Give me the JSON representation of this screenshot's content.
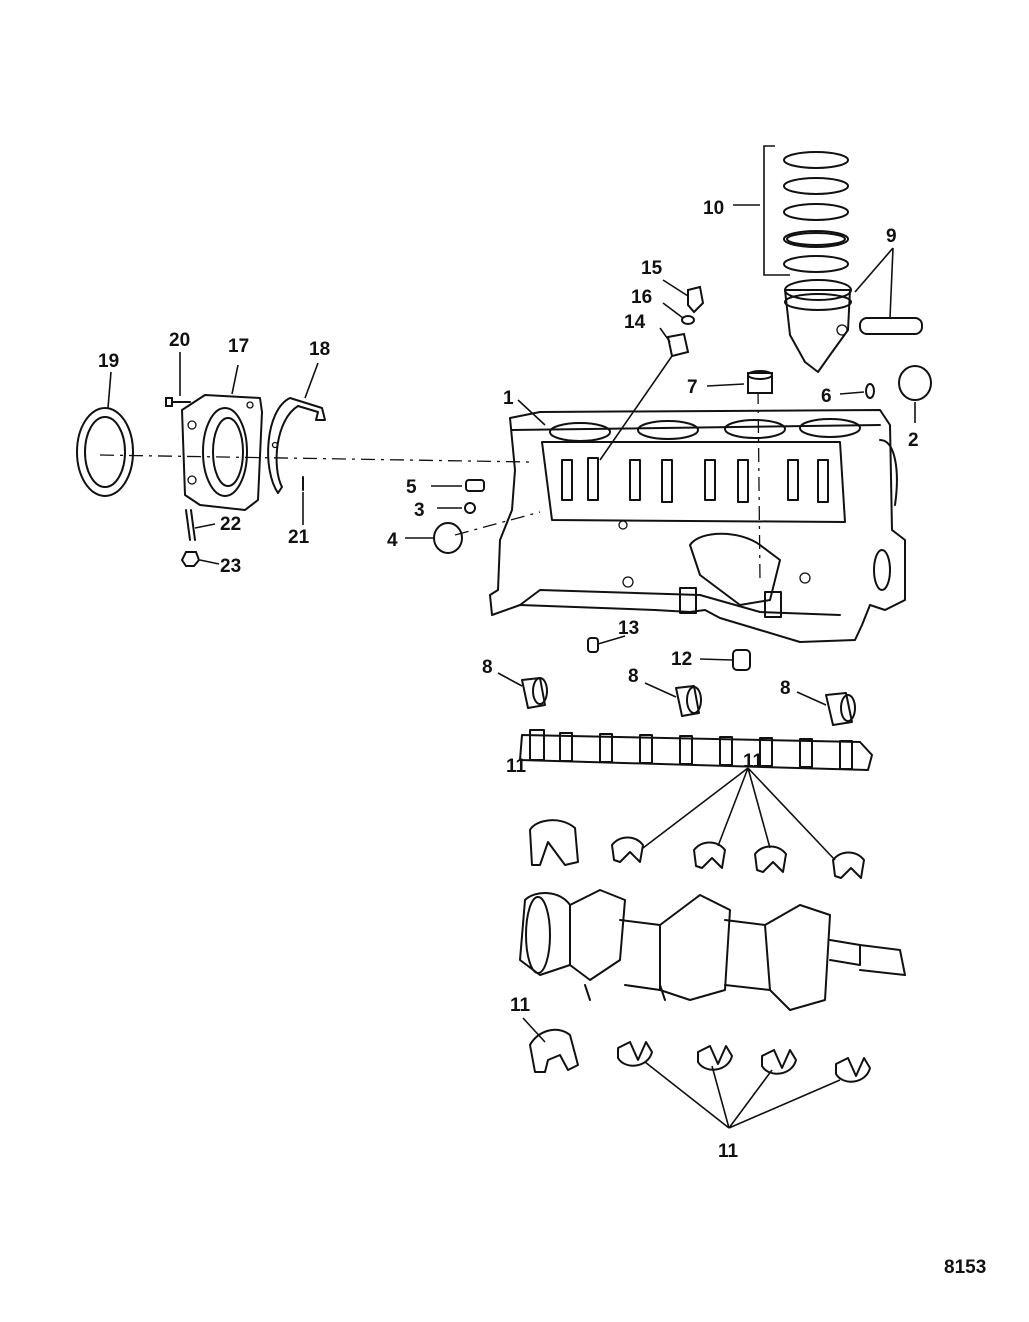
{
  "figure_number": "8153",
  "callouts": [
    {
      "id": "c1",
      "text": "1"
    },
    {
      "id": "c2",
      "text": "2"
    },
    {
      "id": "c3",
      "text": "3"
    },
    {
      "id": "c4",
      "text": "4"
    },
    {
      "id": "c5",
      "text": "5"
    },
    {
      "id": "c6",
      "text": "6"
    },
    {
      "id": "c7",
      "text": "7"
    },
    {
      "id": "c8a",
      "text": "8"
    },
    {
      "id": "c8b",
      "text": "8"
    },
    {
      "id": "c8c",
      "text": "8"
    },
    {
      "id": "c9",
      "text": "9"
    },
    {
      "id": "c10",
      "text": "10"
    },
    {
      "id": "c11a",
      "text": "11"
    },
    {
      "id": "c11b",
      "text": "11"
    },
    {
      "id": "c11c",
      "text": "11"
    },
    {
      "id": "c11d",
      "text": "11"
    },
    {
      "id": "c12",
      "text": "12"
    },
    {
      "id": "c13",
      "text": "13"
    },
    {
      "id": "c14",
      "text": "14"
    },
    {
      "id": "c15",
      "text": "15"
    },
    {
      "id": "c16",
      "text": "16"
    },
    {
      "id": "c17",
      "text": "17"
    },
    {
      "id": "c18",
      "text": "18"
    },
    {
      "id": "c19",
      "text": "19"
    },
    {
      "id": "c20",
      "text": "20"
    },
    {
      "id": "c21",
      "text": "21"
    },
    {
      "id": "c22",
      "text": "22"
    },
    {
      "id": "c23",
      "text": "23"
    }
  ]
}
